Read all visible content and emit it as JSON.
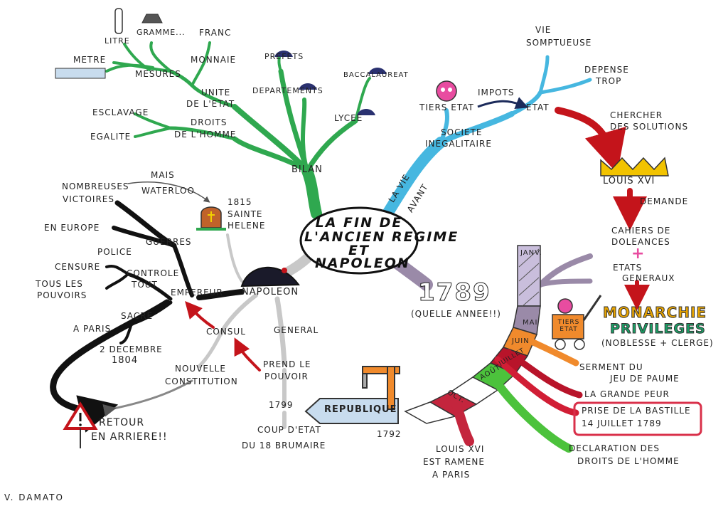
{
  "title": {
    "line1": "LA FIN DE",
    "line2": "L'ANCIEN REGIME",
    "line3": "ET",
    "line4": "NAPOLEON"
  },
  "signature": "V. DAMATO",
  "branches": {
    "bilan": {
      "label": "BILAN",
      "items": {
        "litre": "LITRE",
        "gramme": "GRAMME...",
        "metre": "METRE",
        "mesures": "MESURES",
        "franc": "FRANC",
        "monnaie": "MONNAIE",
        "unite1": "UNITE",
        "unite2": "DE L'ETAT",
        "prefets": "PREFETS",
        "departements": "DEPARTEMENTS",
        "baccalaureat": "BACCALAUREAT",
        "lycee": "LYCEE",
        "esclavage": "ESCLAVAGE",
        "egalite": "EGALITE",
        "droits1": "DROITS",
        "droits2": "DE L'HOMME"
      }
    },
    "vie_avant": {
      "label1": "LA VIE",
      "label2": "AVANT",
      "items": {
        "societe1": "SOCIETE",
        "societe2": "INEGALITAIRE",
        "tiers_etat": "TIERS ETAT",
        "impots": "IMPOTS",
        "etat": "ETAT",
        "vie1": "VIE",
        "vie2": "SOMPTUEUSE",
        "depense1": "DEPENSE",
        "depense2": "TROP",
        "chercher1": "CHERCHER",
        "chercher2": "DES SOLUTIONS",
        "louis": "LOUIS XVI",
        "demande": "DEMANDE",
        "cahiers1": "CAHIERS DE",
        "cahiers2": "DOLEANCES",
        "plus": "+",
        "etats1": "ETATS",
        "etats2": "GENERAUX",
        "monarchie": "MONARCHIE",
        "privileges": "PRIVILEGES",
        "noblesse": "(NOBLESSE + CLERGE)",
        "tiers_sign": "TIERS ETAT"
      }
    },
    "annee": {
      "label": "1789",
      "sub": "(QUELLE ANNEE!!)",
      "months": {
        "janv": "JANV.",
        "mai": "MAI",
        "juin": "JUIN",
        "juillet": "JUILLET",
        "aout": "AOÛT",
        "oct": "OCT."
      },
      "items": {
        "serment1": "SERMENT DU",
        "serment2": "JEU DE PAUME",
        "grande_peur": "LA GRANDE PEUR",
        "bastille1": "PRISE DE LA BASTILLE",
        "bastille2": "14 JUILLET 1789",
        "declaration1": "DECLARATION DES",
        "declaration2": "DROITS DE L'HOMME",
        "louis1": "LOUIS XVI",
        "louis2": "EST RAMENE",
        "louis3": "A PARIS"
      }
    },
    "napoleon": {
      "label": "NAPOLEON",
      "items": {
        "general": "GENERAL",
        "prend1": "PREND LE",
        "prend2": "POUVOIR",
        "an1799": "1799",
        "coup1": "COUP D'ETAT",
        "coup2": "DU 18 BRUMAIRE",
        "republique": "REPUBLIQUE",
        "an1792": "1792",
        "consul": "CONSUL",
        "nouvelle1": "NOUVELLE",
        "nouvelle2": "CONSTITUTION",
        "empereur": "EMPEREUR",
        "sacre": "SACRE",
        "paris": "A PARIS",
        "decembre1": "2 DECEMBRE",
        "decembre2": "1804",
        "controle1": "CONTROLE",
        "controle2": "TOUT",
        "police": "POLICE",
        "censure": "CENSURE",
        "pouvoirs1": "TOUS LES",
        "pouvoirs2": "POUVOIRS",
        "guerres": "GUERRES",
        "nombreuses1": "NOMBREUSES",
        "nombreuses2": "VICTOIRES",
        "europe": "EN EUROPE",
        "mais": "MAIS",
        "waterloo": "WATERLOO",
        "an1815": "1815",
        "helene1": "SAINTE",
        "helene2": "HELENE",
        "retour1": "RETOUR",
        "retour2": "EN ARRIERE!!"
      }
    }
  },
  "colors": {
    "bilan": "#2fa84f",
    "vie": "#46b7e0",
    "red_arrow": "#c4141b",
    "purple": "#9a8aa8",
    "grey": "#c8c8c8",
    "black": "#111111"
  }
}
